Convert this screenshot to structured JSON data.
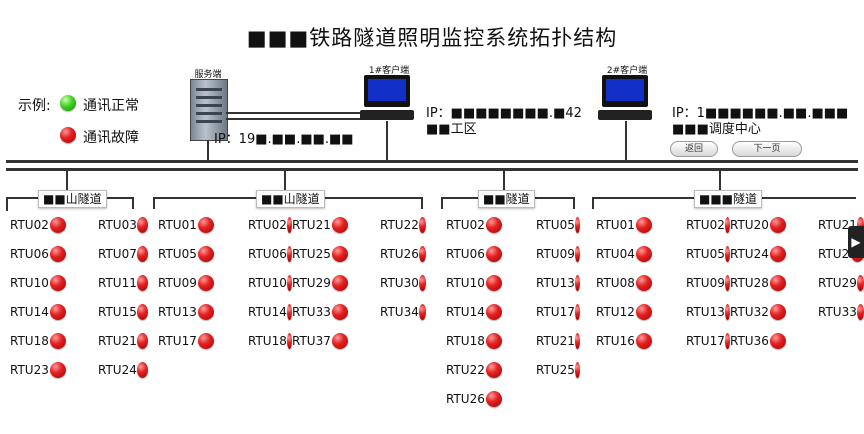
{
  "title": "■■■铁路隧道照明监控系统拓扑结构",
  "legend": {
    "label": "示例:",
    "normal": "通讯正常",
    "fault": "通讯故障"
  },
  "server": {
    "label": "服务端",
    "ip": "IP：19■.■■.■■.■■"
  },
  "client1": {
    "label": "1#客户端",
    "ip": "IP：■■■■■■■■.■42",
    "location": "■■工区"
  },
  "client2": {
    "label": "2#客户端",
    "ip": "IP：1■■■■■■.■■.■■■",
    "location": "■■■调度中心"
  },
  "nav": {
    "back": "返回",
    "next": "下一页"
  },
  "colors": {
    "fault": "#e42222",
    "normal": "#3fcf23"
  },
  "tunnels": [
    {
      "name": "■■山隧道",
      "cols": 2,
      "rtus": [
        "RTU02",
        "RTU03",
        "RTU06",
        "RTU07",
        "RTU10",
        "RTU11",
        "RTU14",
        "RTU15",
        "RTU18",
        "RTU21",
        "RTU23",
        "RTU24"
      ]
    },
    {
      "name": "■■山隧道",
      "cols": 4,
      "rtus": [
        "RTU01",
        "RTU02",
        "RTU21",
        "RTU22",
        "RTU05",
        "RTU06",
        "RTU25",
        "RTU26",
        "RTU09",
        "RTU10",
        "RTU29",
        "RTU30",
        "RTU13",
        "RTU14",
        "RTU33",
        "RTU34",
        "RTU17",
        "RTU18",
        "RTU37"
      ]
    },
    {
      "name": "■■隧道",
      "cols": 2,
      "rtus": [
        "RTU02",
        "RTU05",
        "RTU06",
        "RTU09",
        "RTU10",
        "RTU13",
        "RTU14",
        "RTU17",
        "RTU18",
        "RTU21",
        "RTU22",
        "RTU25",
        "RTU26"
      ]
    },
    {
      "name": "■■■隧道",
      "cols": 4,
      "rtus": [
        "RTU01",
        "RTU02",
        "RTU20",
        "RTU21",
        "RTU04",
        "RTU05",
        "RTU24",
        "RTU2",
        "RTU08",
        "RTU09",
        "RTU28",
        "RTU29",
        "RTU12",
        "RTU13",
        "RTU32",
        "RTU33",
        "RTU16",
        "RTU17",
        "RTU36"
      ]
    }
  ]
}
